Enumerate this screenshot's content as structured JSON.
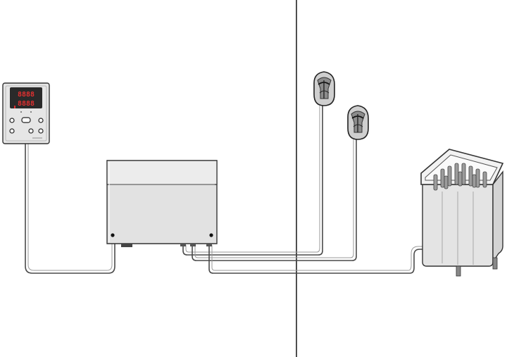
{
  "diagram": {
    "description_text": "",
    "components": [
      {
        "id": "control-panel",
        "kind": "control-panel-icon",
        "display_top": "8888",
        "display_bottom": "8888"
      },
      {
        "id": "power-unit",
        "kind": "power-unit-icon"
      },
      {
        "id": "sensor-1",
        "kind": "temperature-sensor-icon"
      },
      {
        "id": "sensor-2",
        "kind": "temperature-sensor-icon"
      },
      {
        "id": "sauna-heater",
        "kind": "sauna-heater-icon"
      }
    ],
    "divider": {
      "kind": "wall-line"
    },
    "colors": {
      "line": "#4a4a4a",
      "panel_fill": "#e6e6e6",
      "panel_screen": "#2a2a2a",
      "led_red": "#e03030",
      "unit_fill": "#e2e2e2",
      "heater_fill": "#e4e4e4",
      "stone": "#9c9c9c"
    }
  }
}
